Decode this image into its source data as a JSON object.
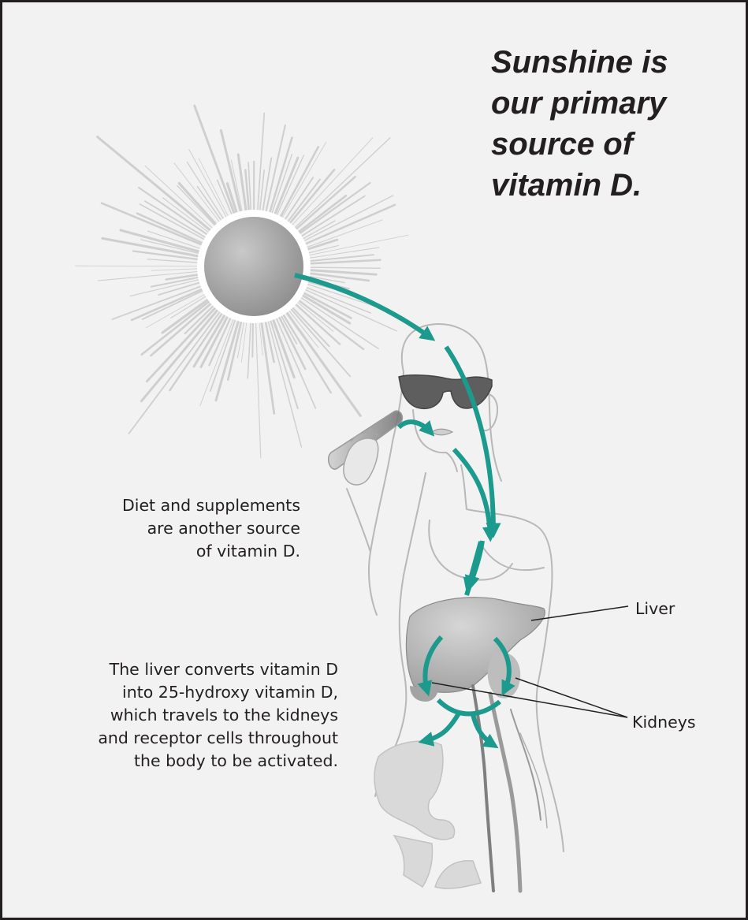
{
  "headline": {
    "lines": [
      "Sunshine is",
      "our primary",
      "source of",
      "vitamin D."
    ]
  },
  "captions": {
    "diet": [
      "Diet and supplements",
      "are another source",
      "of vitamin D."
    ],
    "liver_process": [
      "The liver converts vitamin D",
      "into 25-hydroxy vitamin D,",
      "which travels to the kidneys",
      "and receptor cells throughout",
      "the body to be activated."
    ]
  },
  "labels": {
    "liver": "Liver",
    "kidneys": "Kidneys"
  },
  "colors": {
    "arrow": "#1b9a8d",
    "frame": "#231f20",
    "background": "#f2f2f2",
    "outline": "#b8b8b8"
  },
  "icons": [
    "sun-icon",
    "body-outline-icon",
    "sunglasses-icon",
    "glass-icon",
    "liver-icon",
    "kidney-icon",
    "pelvis-icon",
    "arrow-icon"
  ]
}
